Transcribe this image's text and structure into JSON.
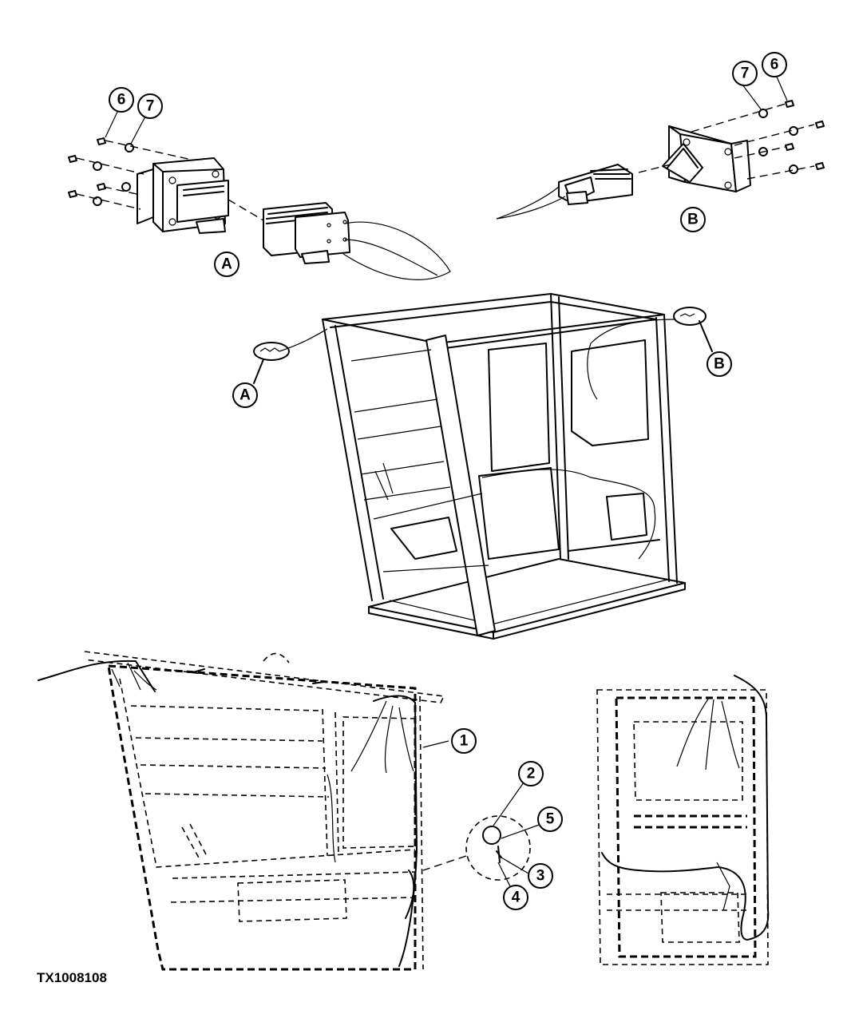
{
  "figure_id": "TX1008108",
  "callouts": {
    "c1": "1",
    "c2": "2",
    "c3": "3",
    "c4": "4",
    "c5": "5",
    "c6a": "6",
    "c7a": "7",
    "c6b": "6",
    "c7b": "7",
    "ca1": "A",
    "ca2": "A",
    "cb1": "B",
    "cb2": "B"
  }
}
